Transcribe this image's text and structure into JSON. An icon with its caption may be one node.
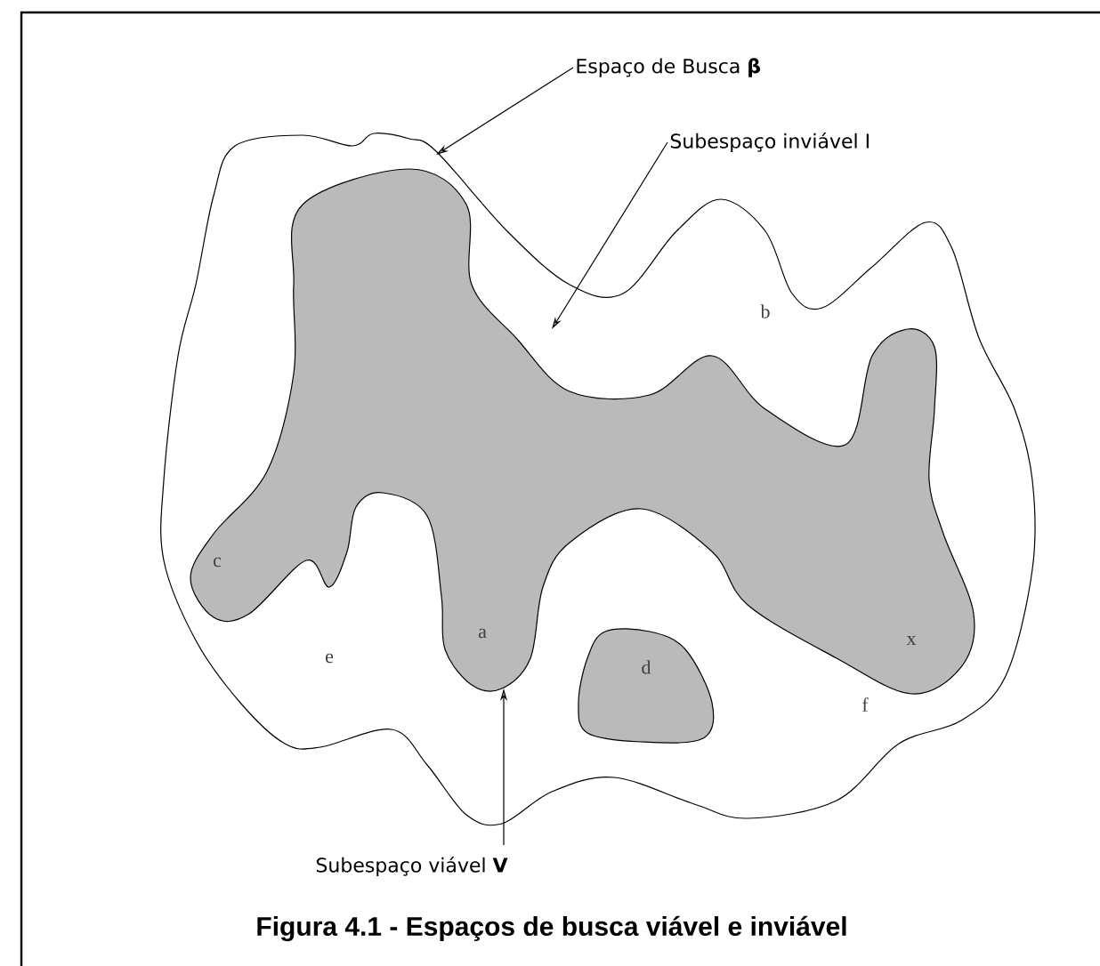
{
  "diagram": {
    "caption": "Figura 4.1 - Espaços de busca viável e inviável",
    "nodes": [
      {
        "text": [
          "Espaço de Busca **β**"
        ]
      },
      {
        "text": [
          "Subespaço inviável I"
        ]
      },
      {
        "text": [
          "Subespaço viável **V**"
        ]
      },
      {
        "text": [],
        "shape": "cloud"
      },
      {
        "text": [],
        "shape": "cloud",
        "in": 3
      }
    ],
    "edges": [
      {
        "from": 0,
        "to": 3,
        "arrow": "to"
      },
      {
        "from": 1,
        "to": 3,
        "arrow": "to"
      },
      {
        "from": 2,
        "to": 4,
        "arrow": "to"
      }
    ],
    "labels": [
      "b",
      "c",
      "e",
      "a",
      "d",
      "x",
      "f"
    ]
  }
}
